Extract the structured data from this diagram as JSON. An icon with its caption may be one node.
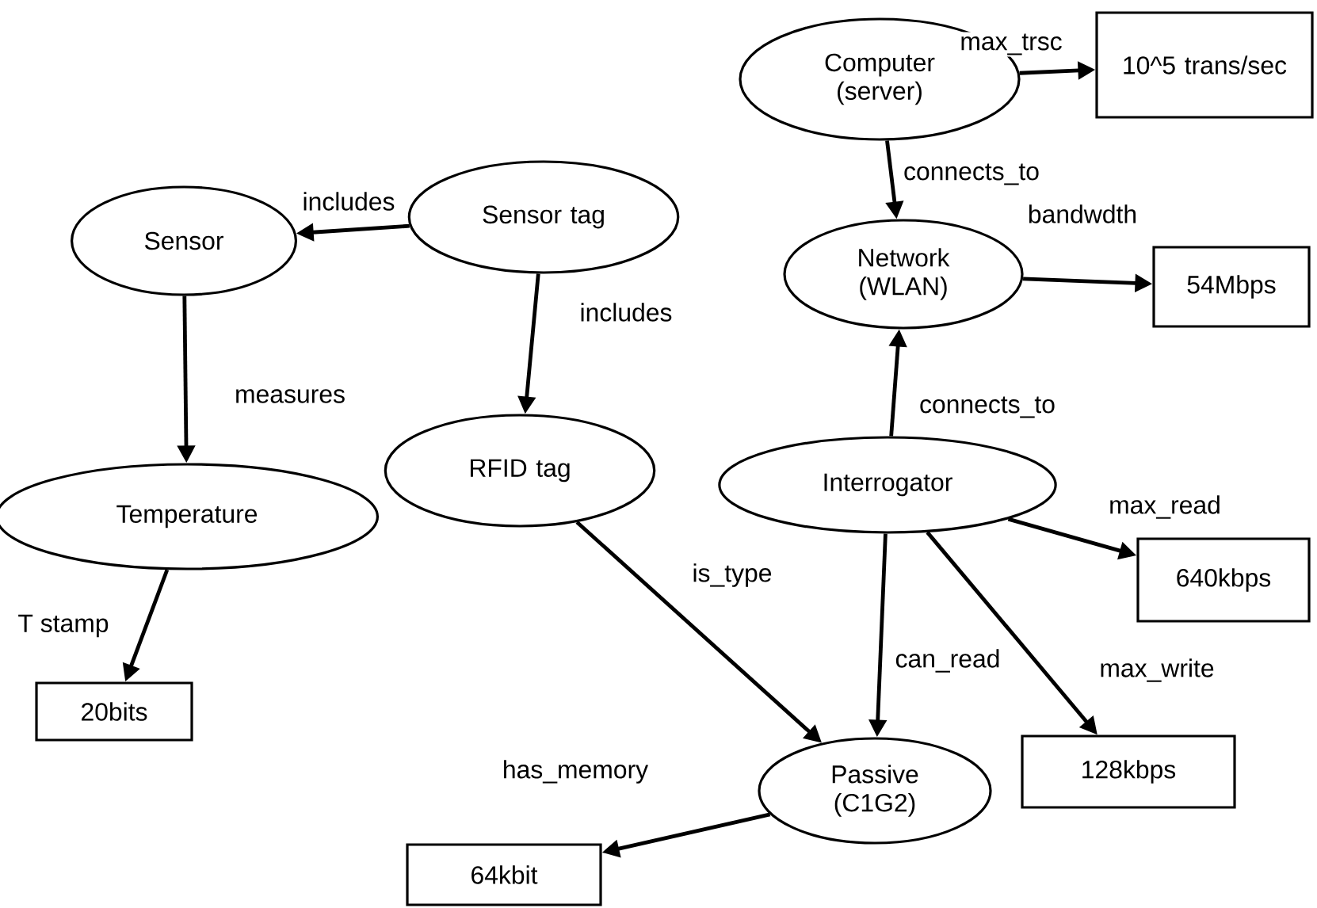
{
  "diagram": {
    "nodes": [
      {
        "text": [
          "Computer (server)"
        ]
      },
      {
        "text": [
          "10^5 trans/sec"
        ]
      },
      {
        "text": [
          "Sensor tag"
        ]
      },
      {
        "text": [
          "Sensor"
        ]
      },
      {
        "text": [
          "Network (WLAN)"
        ]
      },
      {
        "text": [
          "54Mbps"
        ]
      },
      {
        "text": [
          "RFID tag"
        ]
      },
      {
        "text": [
          "Interrogator"
        ]
      },
      {
        "text": [
          "Temperature"
        ]
      },
      {
        "text": [
          "640kbps"
        ]
      },
      {
        "text": [
          "20bits"
        ]
      },
      {
        "text": [
          "128kbps"
        ]
      },
      {
        "text": [
          "Passive (C1G2)"
        ]
      },
      {
        "text": [
          "64kbit"
        ]
      }
    ],
    "edges": [
      {
        "from": 0,
        "to": 1,
        "arrow": "to",
        "label": "max_trsc"
      },
      {
        "from": 0,
        "to": 4,
        "arrow": "to",
        "label": "connects_to"
      },
      {
        "from": 4,
        "to": 5,
        "arrow": "to",
        "label": "bandwdth"
      },
      {
        "from": 2,
        "to": 3,
        "arrow": "to",
        "label": "includes"
      },
      {
        "from": 2,
        "to": 6,
        "arrow": "to",
        "label": "includes"
      },
      {
        "from": 3,
        "to": 8,
        "arrow": "to",
        "label": "measures"
      },
      {
        "from": 7,
        "to": 4,
        "arrow": "to",
        "label": "connects_to"
      },
      {
        "from": 8,
        "to": 10,
        "arrow": "to",
        "label": "T stamp"
      },
      {
        "from": 6,
        "to": 12,
        "arrow": "to",
        "label": "is_type"
      },
      {
        "from": 7,
        "to": 12,
        "arrow": "to",
        "label": "can_read"
      },
      {
        "from": 7,
        "to": 9,
        "arrow": "to",
        "label": "max_read"
      },
      {
        "from": 7,
        "to": 11,
        "arrow": "to",
        "label": "max_write"
      },
      {
        "from": 12,
        "to": 13,
        "arrow": "to",
        "label": "has_memory"
      }
    ]
  }
}
